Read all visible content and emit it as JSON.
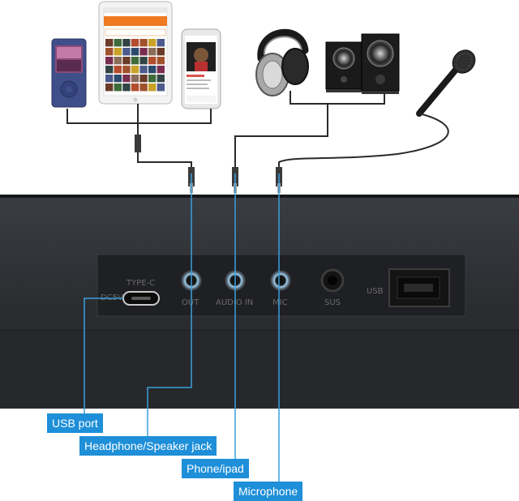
{
  "colors": {
    "accent": "#1e8fd8",
    "device_body": "#2b2d31",
    "panel": "#1f2024",
    "cable": "#2a2a2a",
    "callout_line": "#3aa0dc"
  },
  "icons": {
    "mp3": "mp3-player-icon",
    "tablet": "tablet-icon",
    "phone": "smartphone-icon",
    "headphones": "headphones-icon",
    "speakers": "speakers-icon",
    "microphone": "microphone-icon"
  },
  "device": {
    "panel_labels": {
      "type_c": "TYPE-C",
      "dc": "DC5V",
      "out": "OUT",
      "audio_in": "AUDIO IN",
      "mic": "MIC",
      "sus": "SUS",
      "usb": "USB"
    }
  },
  "callouts": [
    {
      "id": "usb",
      "label": "USB port"
    },
    {
      "id": "headphone",
      "label": "Headphone/Speaker jack"
    },
    {
      "id": "phone",
      "label": "Phone/ipad"
    },
    {
      "id": "microphone",
      "label": "Microphone"
    }
  ]
}
